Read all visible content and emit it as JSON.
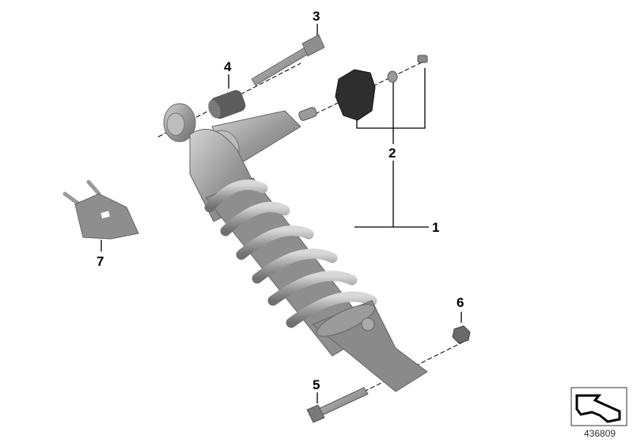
{
  "diagram": {
    "type": "exploded parts diagram",
    "subject": "rear shock absorber assembly",
    "callouts": [
      {
        "id": "1",
        "label": "1"
      },
      {
        "id": "2",
        "label": "2"
      },
      {
        "id": "3",
        "label": "3"
      },
      {
        "id": "4",
        "label": "4"
      },
      {
        "id": "5",
        "label": "5"
      },
      {
        "id": "6",
        "label": "6"
      },
      {
        "id": "7",
        "label": "7"
      }
    ],
    "reference_number": "436809",
    "colors": {
      "part_gray": "#8c8c8c",
      "part_dark": "#3a3a3a",
      "line": "#000000"
    }
  }
}
